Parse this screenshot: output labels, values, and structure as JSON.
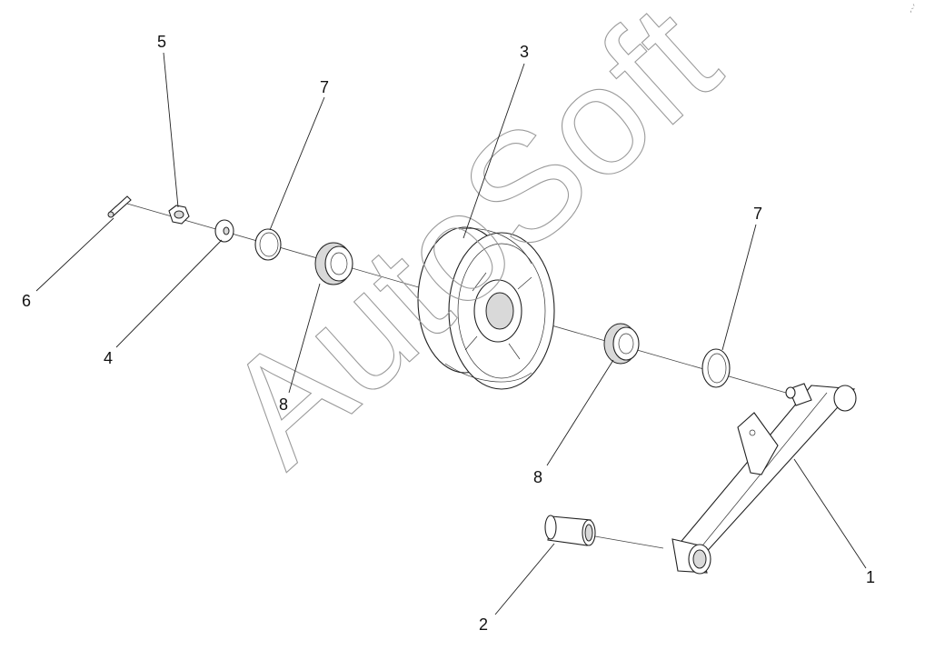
{
  "diagram": {
    "callouts": [
      {
        "id": "c5",
        "label": "5"
      },
      {
        "id": "c7a",
        "label": "7"
      },
      {
        "id": "c3",
        "label": "3"
      },
      {
        "id": "c7b",
        "label": "7"
      },
      {
        "id": "c6",
        "label": "6"
      },
      {
        "id": "c4",
        "label": "4"
      },
      {
        "id": "c8a",
        "label": "8"
      },
      {
        "id": "c8b",
        "label": "8"
      },
      {
        "id": "c1",
        "label": "1"
      },
      {
        "id": "c2",
        "label": "2"
      }
    ],
    "watermark": "AutoSoft",
    "colors": {
      "line": "#222222",
      "watermark": "#9a9a9a",
      "background": "#ffffff"
    }
  }
}
